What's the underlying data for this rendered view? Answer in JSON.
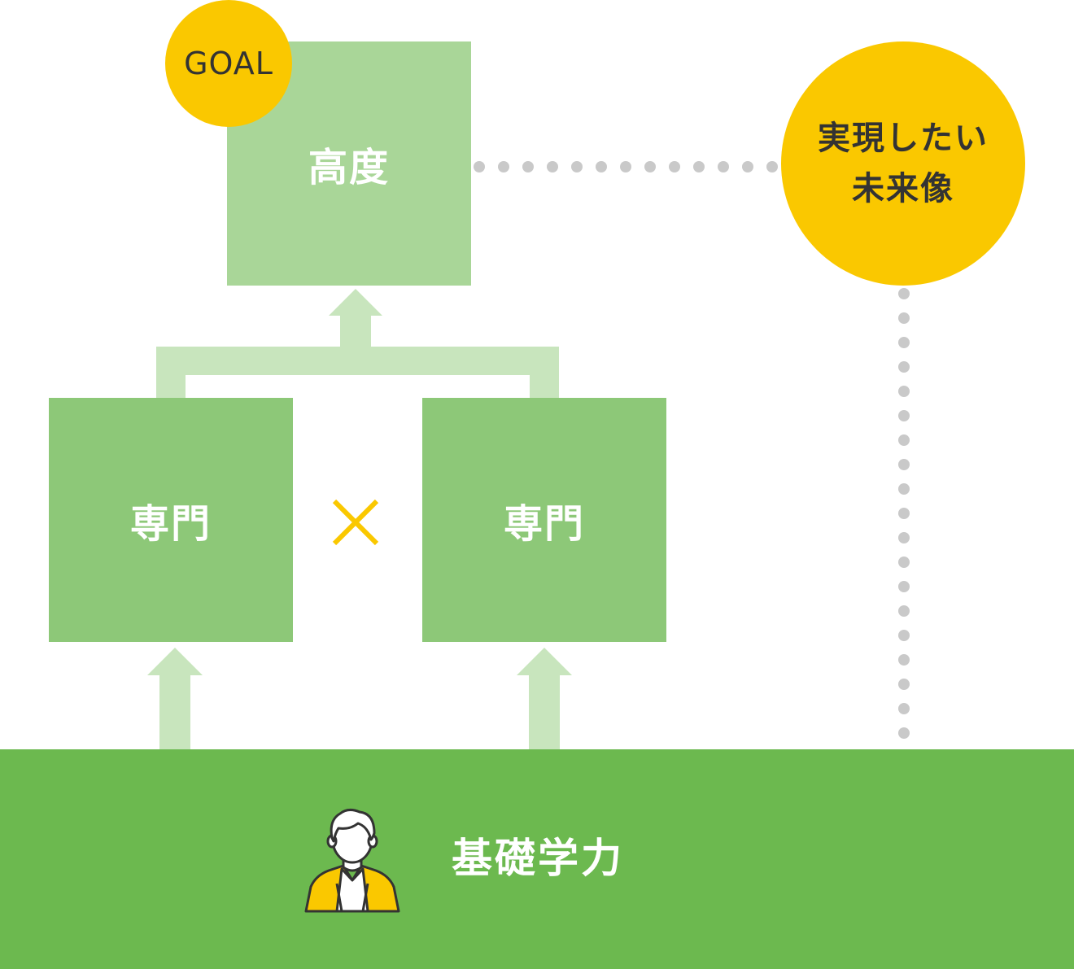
{
  "diagram": {
    "goal_badge": "GOAL",
    "top_box": "高度",
    "left_box": "専門",
    "right_box": "専門",
    "cross_symbol": "×",
    "future_line1": "実現したい",
    "future_line2": "未来像",
    "ground_label": "基礎学力",
    "person_icon": "person-icon"
  },
  "colors": {
    "top_box": "#a9d698",
    "mid_box": "#8dc878",
    "ground": "#6cb94f",
    "arrow": "#c8e5bd",
    "accent": "#fac800",
    "dots": "#c9c9c9"
  }
}
